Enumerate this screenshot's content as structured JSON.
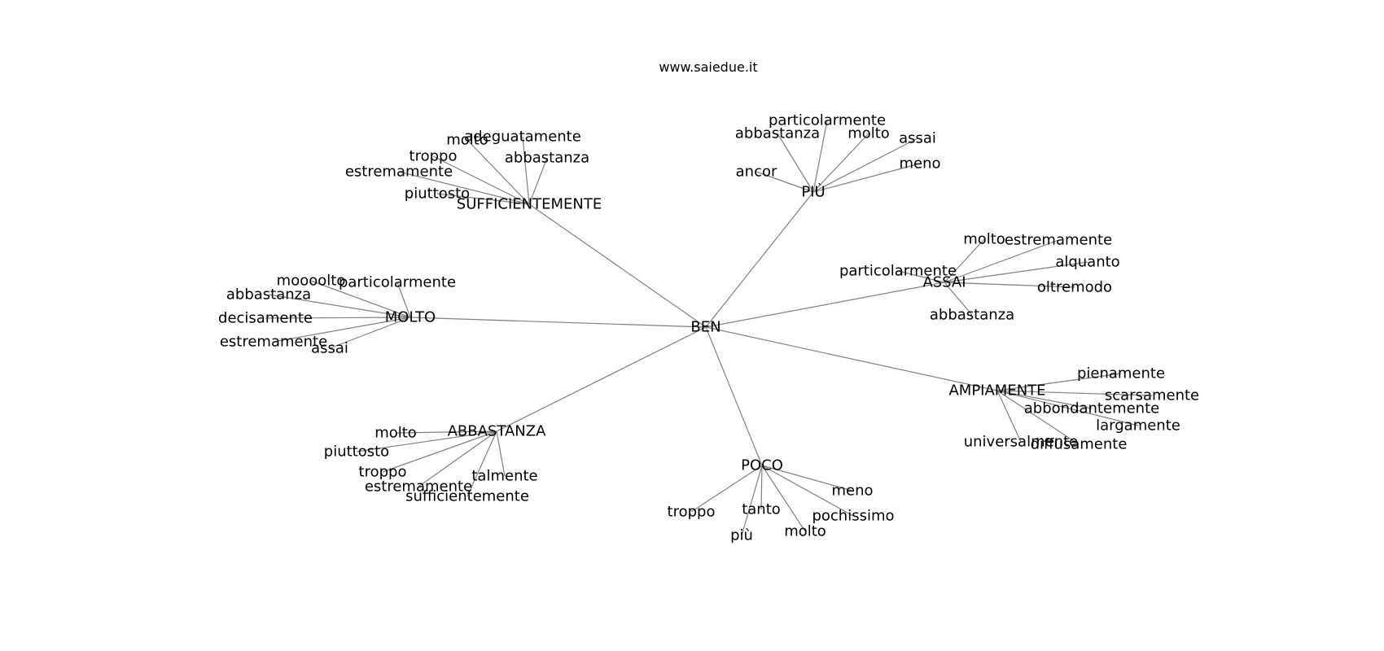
{
  "title": "www.saiedue.it",
  "root": "BEN",
  "groups": [
    {
      "hub": "SUFFICIENTEMENTE",
      "leaves": [
        "adeguatamente",
        "molto",
        "troppo",
        "estremamente",
        "piuttosto",
        "abbastanza"
      ]
    },
    {
      "hub": "PIÙ",
      "leaves": [
        "particolarmente",
        "abbastanza",
        "molto",
        "assai",
        "meno",
        "ancor"
      ]
    },
    {
      "hub": "ASSAI",
      "leaves": [
        "molto",
        "estremamente",
        "alquanto",
        "particolarmente",
        "oltremodo",
        "abbastanza"
      ]
    },
    {
      "hub": "MOLTO",
      "leaves": [
        "moooolto",
        "particolarmente",
        "abbastanza",
        "decisamente",
        "estremamente",
        "assai"
      ]
    },
    {
      "hub": "AMPIAMENTE",
      "leaves": [
        "pienamente",
        "scarsamente",
        "abbondantemente",
        "largamente",
        "universalmente",
        "diffusamente"
      ]
    },
    {
      "hub": "ABBASTANZA",
      "leaves": [
        "molto",
        "piuttosto",
        "troppo",
        "estremamente",
        "sufficientemente",
        "talmente"
      ]
    },
    {
      "hub": "POCO",
      "leaves": [
        "meno",
        "troppo",
        "tanto",
        "pochissimo",
        "più",
        "molto"
      ]
    }
  ]
}
